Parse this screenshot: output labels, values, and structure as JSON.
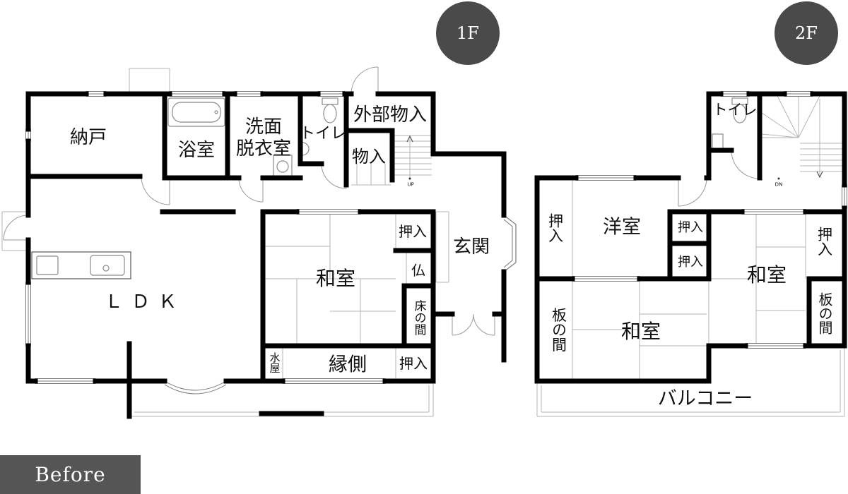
{
  "floor_badges": {
    "first": "1F",
    "second": "2F"
  },
  "before_label": "Before",
  "floor1": {
    "nando": "納戸",
    "bathroom": "浴室",
    "washroom_line1": "洗面",
    "washroom_line2": "脱衣室",
    "toilet": "トイレ",
    "exterior_storage": "外部物入",
    "storage": "物入",
    "stairs_up": "UP",
    "ldk": "ＬＤＫ",
    "washitsu": "和室",
    "oshiire_upper": "押入",
    "butsuma": "仏",
    "tokonoma": "床の間",
    "genkan": "玄関",
    "mizuya": "水屋",
    "engawa": "縁側",
    "oshiire_lower": "押入"
  },
  "floor2": {
    "toilet": "トイレ",
    "stairs_down": "DN",
    "oshiire_west": "押入",
    "youshitsu": "洋室",
    "oshiire_small_upper": "押入",
    "oshiire_small_lower": "押入",
    "oshiire_east": "押入",
    "washitsu_east": "和室",
    "washitsu_center": "和室",
    "itanoma_west": "板の間",
    "itanoma_east": "板の間",
    "balcony": "バルコニー"
  },
  "colors": {
    "wall": "#000000",
    "badge": "#4a4a4a",
    "tag": "#555555",
    "fixture": "#8a8a8a",
    "window": "#777777",
    "thin_line": "#b5b5b5"
  }
}
